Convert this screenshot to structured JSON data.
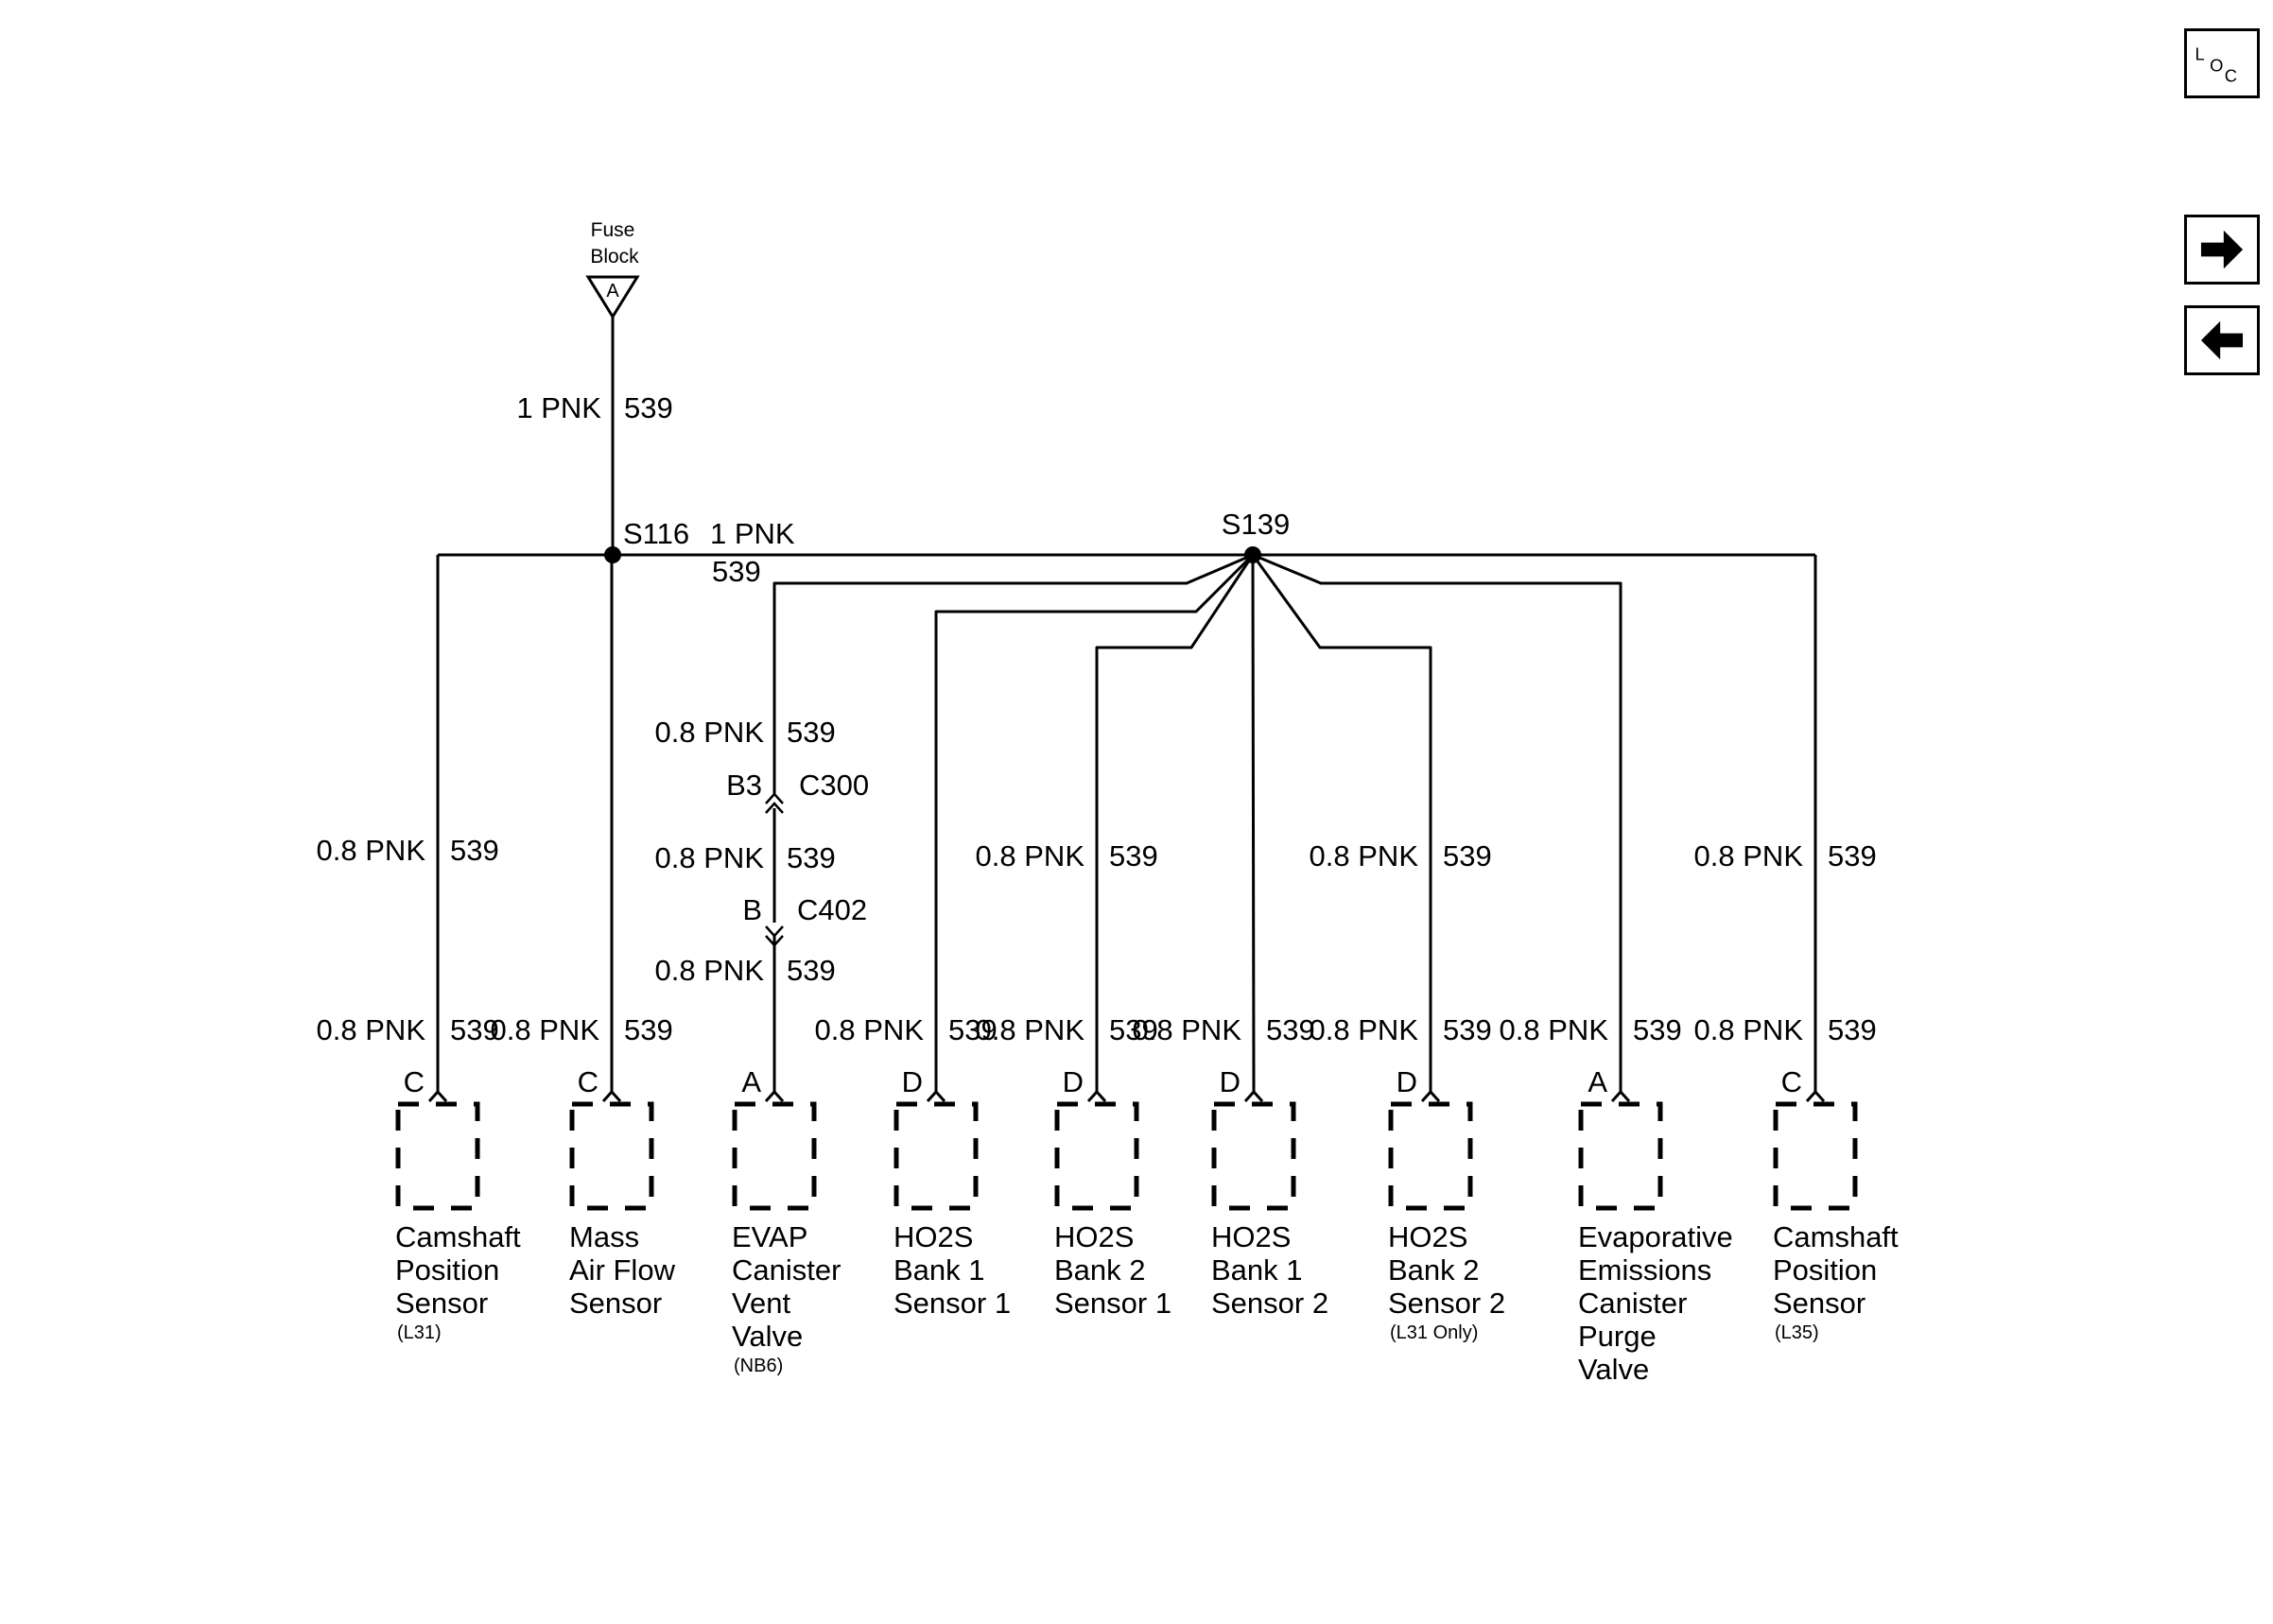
{
  "nav": {
    "loc_letters": [
      "L",
      "O",
      "C"
    ],
    "next_icon": "arrow-right-icon",
    "prev_icon": "arrow-left-icon"
  },
  "source": {
    "name_line1": "Fuse",
    "name_line2": "Block",
    "terminal": "A"
  },
  "feed_wire": {
    "gauge_color": "1 PNK",
    "circuit": "539"
  },
  "splice_s116": {
    "id": "S116",
    "wire_gauge_color": "1 PNK",
    "wire_circuit": "539"
  },
  "splice_s139": {
    "id": "S139"
  },
  "inline_connectors": [
    {
      "pin": "B3",
      "id": "C300"
    },
    {
      "pin": "B",
      "id": "C402"
    }
  ],
  "evap_vent_wire_segments": [
    {
      "gauge_color": "0.8 PNK",
      "circuit": "539"
    },
    {
      "gauge_color": "0.8 PNK",
      "circuit": "539"
    },
    {
      "gauge_color": "0.8 PNK",
      "circuit": "539"
    }
  ],
  "components": [
    {
      "pin": "C",
      "name": [
        "Camshaft",
        "Position",
        "Sensor"
      ],
      "option": "(L31)",
      "gauge_color": "0.8 PNK",
      "circuit": "539"
    },
    {
      "pin": "C",
      "name": [
        "Mass",
        "Air Flow",
        "Sensor"
      ],
      "option": "",
      "gauge_color": "0.8 PNK",
      "circuit": "539"
    },
    {
      "pin": "A",
      "name": [
        "EVAP",
        "Canister",
        "Vent",
        "Valve"
      ],
      "option": "(NB6)",
      "gauge_color": "",
      "circuit": ""
    },
    {
      "pin": "D",
      "name": [
        "HO2S",
        "Bank 1",
        "Sensor 1"
      ],
      "option": "",
      "gauge_color": "0.8 PNK",
      "circuit": "539"
    },
    {
      "pin": "D",
      "name": [
        "HO2S",
        "Bank 2",
        "Sensor 1"
      ],
      "option": "",
      "gauge_color": "0.8 PNK",
      "circuit": "539"
    },
    {
      "pin": "D",
      "name": [
        "HO2S",
        "Bank 1",
        "Sensor 2"
      ],
      "option": "",
      "gauge_color": "0.8 PNK",
      "circuit": "539"
    },
    {
      "pin": "D",
      "name": [
        "HO2S",
        "Bank 2",
        "Sensor 2"
      ],
      "option": "(L31 Only)",
      "gauge_color": "0.8 PNK",
      "circuit": "539"
    },
    {
      "pin": "A",
      "name": [
        "Evaporative",
        "Emissions",
        "Canister",
        "Purge",
        "Valve"
      ],
      "option": "",
      "gauge_color": "0.8 PNK",
      "circuit": "539"
    },
    {
      "pin": "C",
      "name": [
        "Camshaft",
        "Position",
        "Sensor"
      ],
      "option": "(L35)",
      "gauge_color": "0.8 PNK",
      "circuit": "539"
    }
  ],
  "upper_branch_labels": [
    {
      "gauge_color": "0.8 PNK",
      "circuit": "539"
    },
    {
      "gauge_color": "0.8 PNK",
      "circuit": "539"
    },
    {
      "gauge_color": "0.8 PNK",
      "circuit": "539"
    },
    {
      "gauge_color": "0.8 PNK",
      "circuit": "539"
    }
  ],
  "colors": {
    "ink": "#000000",
    "background": "#ffffff"
  }
}
